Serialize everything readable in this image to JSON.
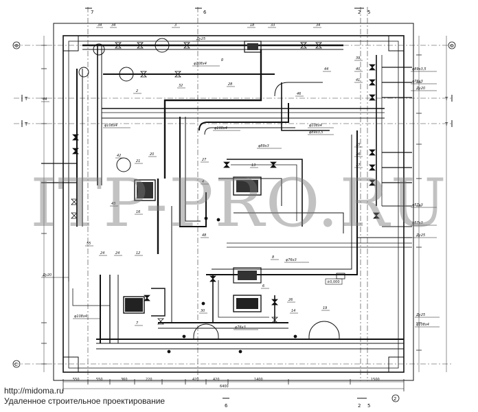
{
  "watermark": "ITP-PRO.RU",
  "footer": {
    "url": "http://midoma.ru",
    "subtitle": "Удаленное строительное проектирование"
  },
  "axes": {
    "top": [
      "7",
      "6",
      "2",
      "5"
    ],
    "bottom": [
      "6",
      "2",
      "5"
    ],
    "left": [
      "Ф",
      "Т",
      "Т",
      "С"
    ],
    "right": [
      "Ф",
      "Т",
      "Т",
      "2"
    ],
    "corner_bottom_right": "2"
  },
  "pipe_labels": {
    "top_main": "Ду25",
    "top_pipe_1": "φ108x4",
    "mid_pipe_1": "φ108x4",
    "mid_pipe_2": "φ108x4",
    "right_pipe_1": "φ108x4",
    "right_pipe_2": "φ89x3,5",
    "right_r1": "φ89x3,5",
    "right_r2": "φ76x3",
    "right_r3": "Ду20",
    "right_r4": "φ57x3",
    "right_r5": "φ57x3",
    "right_r6": "Ду25",
    "left_du": "Ду20",
    "bottom_pipe": "φ108x4",
    "bottom_pipe_2": "φ76x3",
    "bottom_right_du": "Ду25",
    "bottom_right_pipe": "φ108x4",
    "center_pipe": "φ89x3",
    "center_pipe_2": "φ76x3",
    "small_label": "g"
  },
  "markers": [
    "34",
    "34",
    "3",
    "18",
    "33",
    "34",
    "2",
    "32",
    "28",
    "44",
    "46",
    "44",
    "42",
    "39",
    "40",
    "41",
    "35",
    "36",
    "37",
    "21",
    "20",
    "27",
    "13",
    "4",
    "16",
    "48",
    "43",
    "55",
    "12",
    "24",
    "24",
    "8",
    "26",
    "14",
    "30",
    "19",
    "6",
    "7"
  ],
  "dims_bottom": [
    "550",
    "550",
    "360",
    "220",
    "420",
    "420",
    "1400",
    "1500"
  ],
  "dims_bottom_total": "6400",
  "level_mark": "±0,000"
}
